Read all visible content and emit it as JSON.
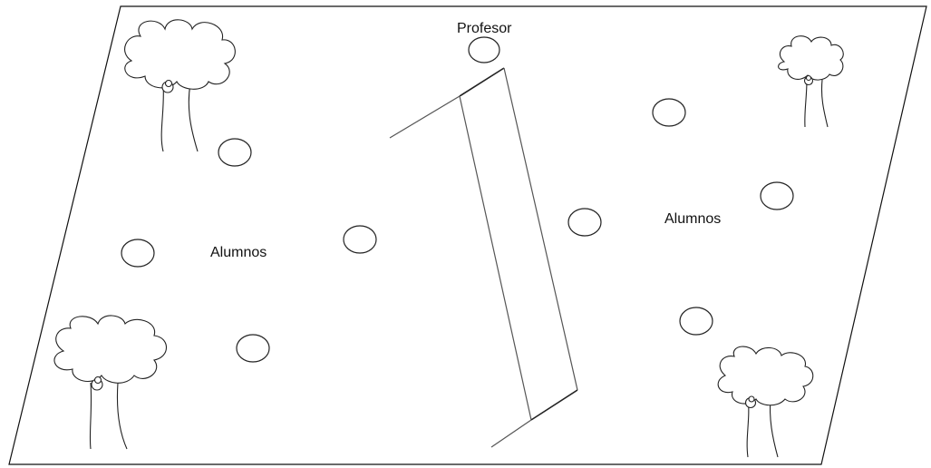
{
  "labels": {
    "teacher": "Profesor",
    "students_left": "Alumnos",
    "students_right": "Alumnos"
  },
  "field": {
    "stroke_color": "#111111"
  },
  "icons": {
    "tree": "tree-icon",
    "student": "student-circle",
    "teacher": "teacher-circle",
    "net": "net-goal"
  }
}
